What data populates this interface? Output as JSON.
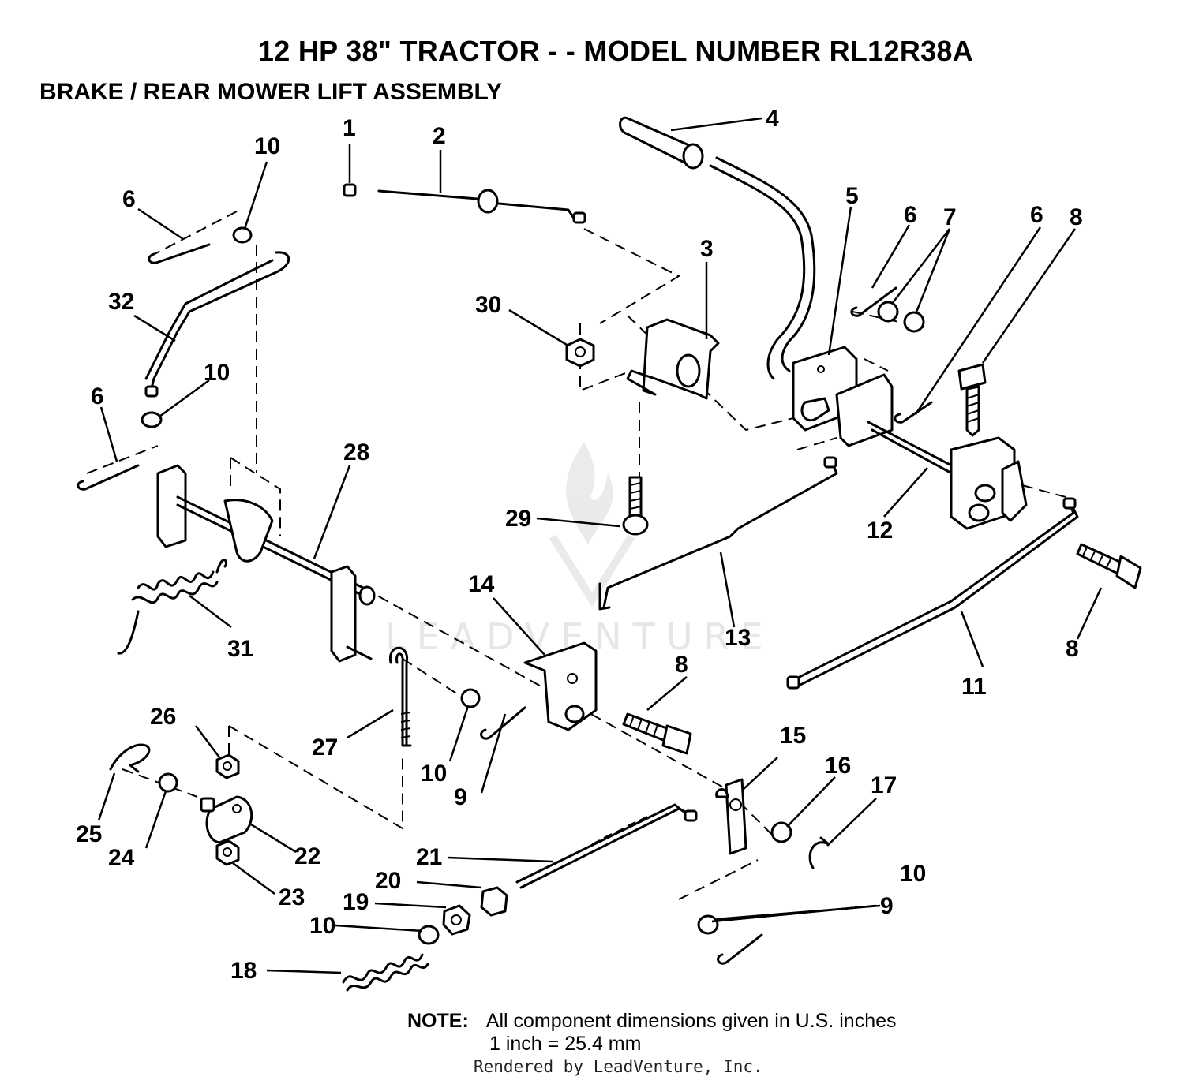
{
  "header": {
    "title": "12 HP 38\" TRACTOR - - MODEL NUMBER RL12R38A",
    "subtitle": "BRAKE / REAR MOWER LIFT ASSEMBLY"
  },
  "callouts": [
    {
      "id": "c1",
      "label": "1"
    },
    {
      "id": "c2",
      "label": "2"
    },
    {
      "id": "c3",
      "label": "3"
    },
    {
      "id": "c4",
      "label": "4"
    },
    {
      "id": "c5",
      "label": "5"
    },
    {
      "id": "c6a",
      "label": "6"
    },
    {
      "id": "c6b",
      "label": "6"
    },
    {
      "id": "c6c",
      "label": "6"
    },
    {
      "id": "c6d",
      "label": "6"
    },
    {
      "id": "c7",
      "label": "7"
    },
    {
      "id": "c8a",
      "label": "8"
    },
    {
      "id": "c8b",
      "label": "8"
    },
    {
      "id": "c8c",
      "label": "8"
    },
    {
      "id": "c9a",
      "label": "9"
    },
    {
      "id": "c9b",
      "label": "9"
    },
    {
      "id": "c10a",
      "label": "10"
    },
    {
      "id": "c10b",
      "label": "10"
    },
    {
      "id": "c10c",
      "label": "10"
    },
    {
      "id": "c10d",
      "label": "10"
    },
    {
      "id": "c10e",
      "label": "10"
    },
    {
      "id": "c11",
      "label": "11"
    },
    {
      "id": "c12",
      "label": "12"
    },
    {
      "id": "c13",
      "label": "13"
    },
    {
      "id": "c14",
      "label": "14"
    },
    {
      "id": "c15",
      "label": "15"
    },
    {
      "id": "c16",
      "label": "16"
    },
    {
      "id": "c17",
      "label": "17"
    },
    {
      "id": "c18",
      "label": "18"
    },
    {
      "id": "c19",
      "label": "19"
    },
    {
      "id": "c20",
      "label": "20"
    },
    {
      "id": "c21",
      "label": "21"
    },
    {
      "id": "c22",
      "label": "22"
    },
    {
      "id": "c23",
      "label": "23"
    },
    {
      "id": "c24",
      "label": "24"
    },
    {
      "id": "c25",
      "label": "25"
    },
    {
      "id": "c26",
      "label": "26"
    },
    {
      "id": "c27",
      "label": "27"
    },
    {
      "id": "c28",
      "label": "28"
    },
    {
      "id": "c29",
      "label": "29"
    },
    {
      "id": "c30",
      "label": "30"
    },
    {
      "id": "c31",
      "label": "31"
    },
    {
      "id": "c32",
      "label": "32"
    }
  ],
  "note": {
    "label": "NOTE:",
    "line1": "All component dimensions given in U.S. inches",
    "line2": "1 inch = 25.4 mm"
  },
  "watermark": "LEADVENTURE",
  "credit": "Rendered by LeadVenture, Inc."
}
